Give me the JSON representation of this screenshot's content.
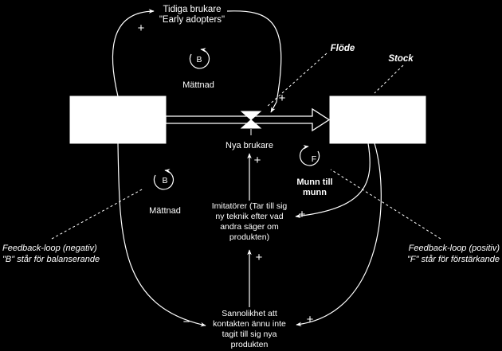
{
  "nodes": {
    "early_adopters": {
      "line1": "Tidiga brukare",
      "line2": "\"Early adopters\""
    },
    "new_users": {
      "label": "Nya brukare"
    },
    "imitators": {
      "line1": "Imitatörer (Tar till sig",
      "line2": "ny teknik efter vad",
      "line3": "andra säger om",
      "line4": "produkten)"
    },
    "probability": {
      "line1": "Sannolikhet att",
      "line2": "kontakten ännu inte",
      "line3": "tagit till sig nya",
      "line4": "produkten"
    }
  },
  "annotations": {
    "flow": "Flöde",
    "stock": "Stock",
    "fb_negative_line1": "Feedback-loop (negativ)",
    "fb_negative_line2": "\"B\" står för balanserande",
    "fb_positive_line1": "Feedback-loop (positiv)",
    "fb_positive_line2": "\"F\" står för förstärkande"
  },
  "loops": {
    "top_b": {
      "letter": "B",
      "label": "Mättnad"
    },
    "left_b": {
      "letter": "B",
      "label": "Mättnad"
    },
    "right_f": {
      "letter": "F",
      "label_line1": "Munn till",
      "label_line2": "munn"
    }
  },
  "polarities": {
    "early_plus": "+",
    "flow_plus": "+",
    "new_users_plus": "+",
    "imitators_plus_right": "+",
    "imitators_plus_below": "+",
    "prob_minus": "−",
    "prob_plus": "+"
  },
  "colors": {
    "background": "#000000",
    "foreground": "#ffffff"
  }
}
